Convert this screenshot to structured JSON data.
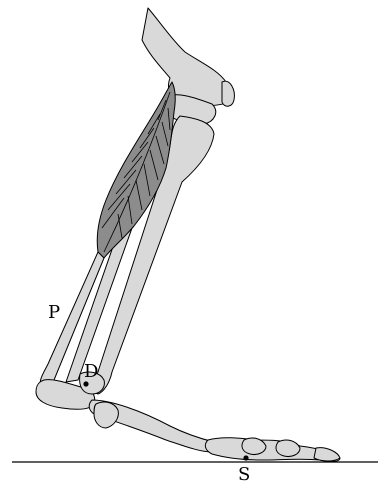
{
  "labels": {
    "p": "P",
    "d": "D",
    "s": "S"
  },
  "colors": {
    "bone": "#d9d9d9",
    "muscle": "#8c8c8c",
    "outline": "#000000",
    "background": "#ffffff"
  }
}
